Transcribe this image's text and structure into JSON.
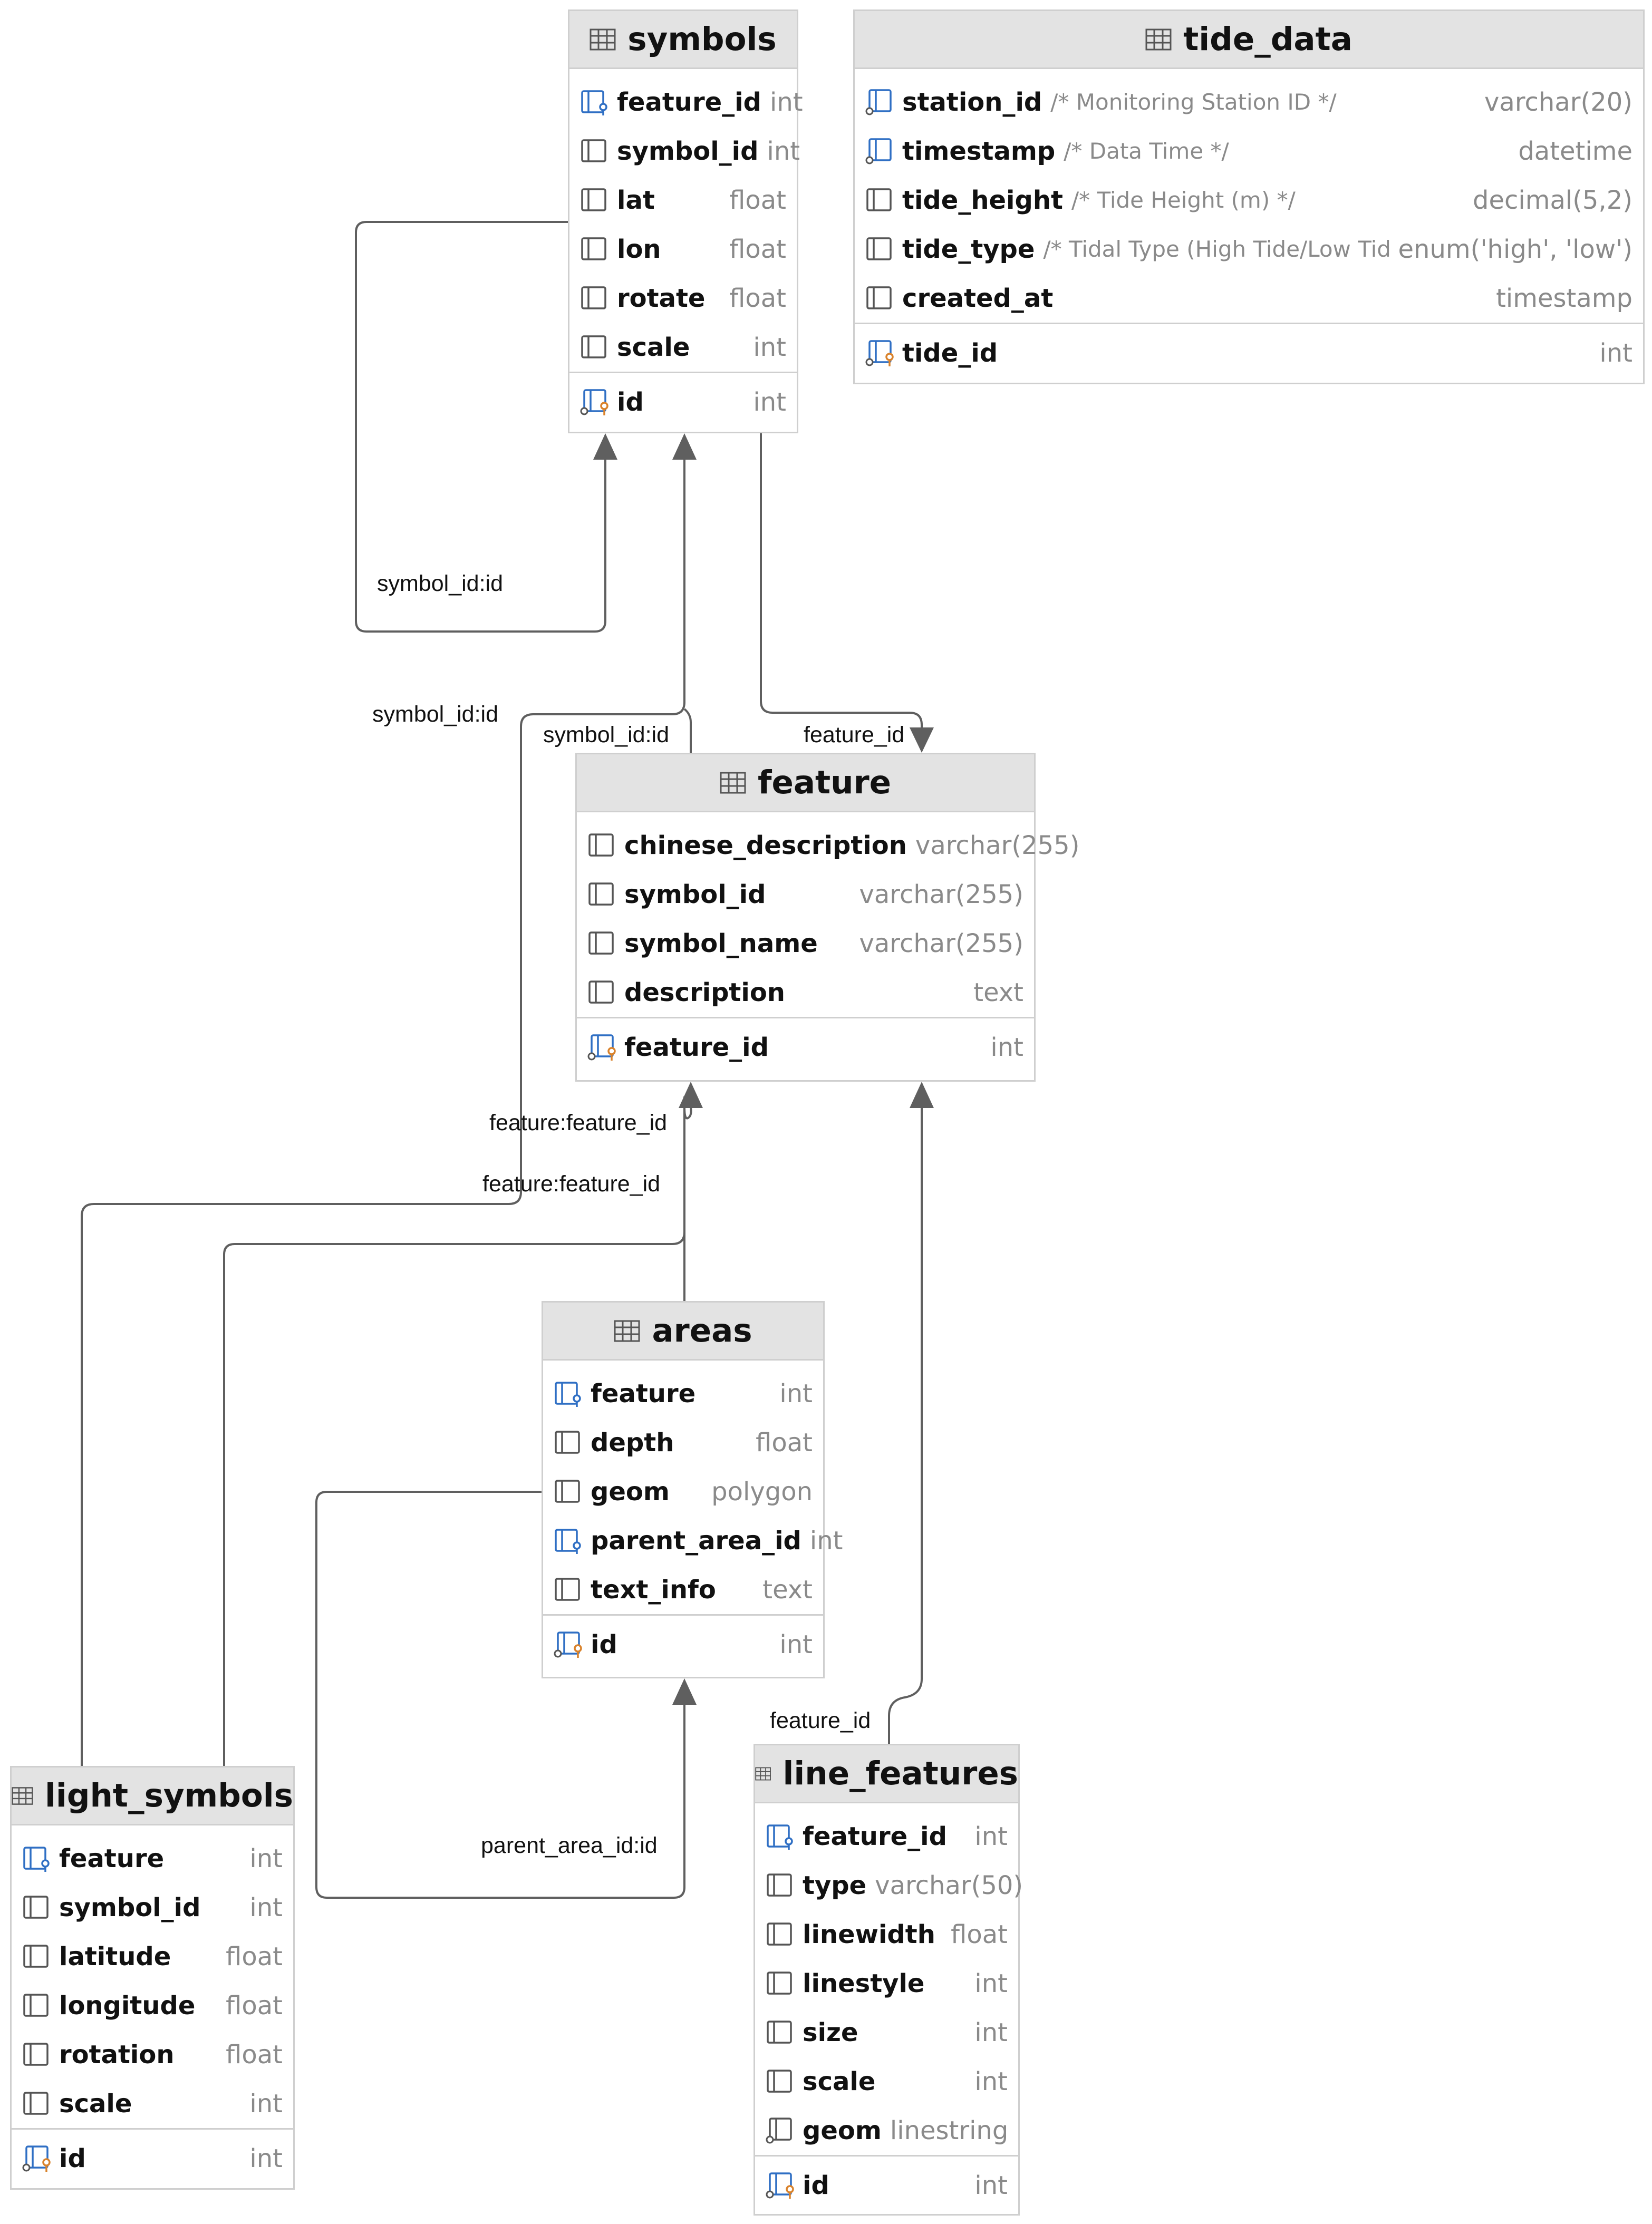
{
  "tables": {
    "symbols": {
      "name": "symbols",
      "columns": [
        {
          "name": "feature_id",
          "type": "int",
          "icon": "foreign-key-column-icon"
        },
        {
          "name": "symbol_id",
          "type": "int",
          "icon": "column-icon"
        },
        {
          "name": "lat",
          "type": "float",
          "icon": "column-icon"
        },
        {
          "name": "lon",
          "type": "float",
          "icon": "column-icon"
        },
        {
          "name": "rotate",
          "type": "float",
          "icon": "column-icon"
        },
        {
          "name": "scale",
          "type": "int",
          "icon": "column-icon"
        }
      ],
      "pk": {
        "name": "id",
        "type": "int",
        "icon": "primary-key-column-icon"
      }
    },
    "tide_data": {
      "name": "tide_data",
      "columns": [
        {
          "name": "station_id",
          "comment": "/* Monitoring Station ID  */",
          "type": "varchar(20)",
          "icon": "indexed-column-icon"
        },
        {
          "name": "timestamp",
          "comment": "/* Data Time */",
          "type": "datetime",
          "icon": "indexed-column-icon"
        },
        {
          "name": "tide_height",
          "comment": "/* Tide Height (m) */",
          "type": "decimal(5,2)",
          "icon": "column-icon"
        },
        {
          "name": "tide_type",
          "comment": "/* Tidal Type (High Tide/Low Tide) */",
          "type": "enum('high', 'low')",
          "icon": "column-icon"
        },
        {
          "name": "created_at",
          "comment": "",
          "type": "timestamp",
          "icon": "column-icon"
        }
      ],
      "pk": {
        "name": "tide_id",
        "type": "int",
        "icon": "primary-key-column-icon"
      }
    },
    "feature": {
      "name": "feature",
      "columns": [
        {
          "name": "chinese_description",
          "type": "varchar(255)",
          "icon": "column-icon"
        },
        {
          "name": "symbol_id",
          "type": "varchar(255)",
          "icon": "column-icon"
        },
        {
          "name": "symbol_name",
          "type": "varchar(255)",
          "icon": "column-icon"
        },
        {
          "name": "description",
          "type": "text",
          "icon": "column-icon"
        }
      ],
      "pk": {
        "name": "feature_id",
        "type": "int",
        "icon": "primary-key-column-icon"
      }
    },
    "areas": {
      "name": "areas",
      "columns": [
        {
          "name": "feature",
          "type": "int",
          "icon": "foreign-key-column-icon"
        },
        {
          "name": "depth",
          "type": "float",
          "icon": "column-icon"
        },
        {
          "name": "geom",
          "type": "polygon",
          "icon": "column-icon"
        },
        {
          "name": "parent_area_id",
          "type": "int",
          "icon": "foreign-key-column-icon"
        },
        {
          "name": "text_info",
          "type": "text",
          "icon": "column-icon"
        }
      ],
      "pk": {
        "name": "id",
        "type": "int",
        "icon": "primary-key-column-icon"
      }
    },
    "light_symbols": {
      "name": "light_symbols",
      "columns": [
        {
          "name": "feature",
          "type": "int",
          "icon": "foreign-key-column-icon"
        },
        {
          "name": "symbol_id",
          "type": "int",
          "icon": "column-icon"
        },
        {
          "name": "latitude",
          "type": "float",
          "icon": "column-icon"
        },
        {
          "name": "longitude",
          "type": "float",
          "icon": "column-icon"
        },
        {
          "name": "rotation",
          "type": "float",
          "icon": "column-icon"
        },
        {
          "name": "scale",
          "type": "int",
          "icon": "column-icon"
        }
      ],
      "pk": {
        "name": "id",
        "type": "int",
        "icon": "primary-key-column-icon"
      }
    },
    "line_features": {
      "name": "line_features",
      "columns": [
        {
          "name": "feature_id",
          "type": "int",
          "icon": "foreign-key-column-icon"
        },
        {
          "name": "type",
          "type": "varchar(50)",
          "icon": "column-icon"
        },
        {
          "name": "linewidth",
          "type": "float",
          "icon": "column-icon"
        },
        {
          "name": "linestyle",
          "type": "int",
          "icon": "column-icon"
        },
        {
          "name": "size",
          "type": "int",
          "icon": "column-icon"
        },
        {
          "name": "scale",
          "type": "int",
          "icon": "column-icon"
        },
        {
          "name": "geom",
          "type": "linestring",
          "icon": "indexed-column-icon"
        }
      ],
      "pk": {
        "name": "id",
        "type": "int",
        "icon": "primary-key-column-icon"
      }
    }
  },
  "relationships": [
    {
      "label": "symbol_id:id",
      "from": "symbols",
      "to": "symbols"
    },
    {
      "label": "symbol_id:id",
      "from": "light_symbols",
      "to": "symbols"
    },
    {
      "label": "symbol_id:id",
      "from": "feature",
      "to": "symbols"
    },
    {
      "label": "feature_id",
      "from": "symbols",
      "to": "feature"
    },
    {
      "label": "feature:feature_id",
      "from": "areas",
      "to": "feature"
    },
    {
      "label": "feature:feature_id",
      "from": "light_symbols",
      "to": "feature"
    },
    {
      "label": "parent_area_id:id",
      "from": "areas",
      "to": "areas"
    },
    {
      "label": "feature_id",
      "from": "line_features",
      "to": "feature"
    }
  ],
  "colors": {
    "header_bg": "#e3e3e3",
    "border": "#cfcfcf",
    "edge": "#5f5f5f",
    "key_blue": "#2f6fc4",
    "key_orange": "#d9822b",
    "type_gray": "#8a8a8a"
  }
}
